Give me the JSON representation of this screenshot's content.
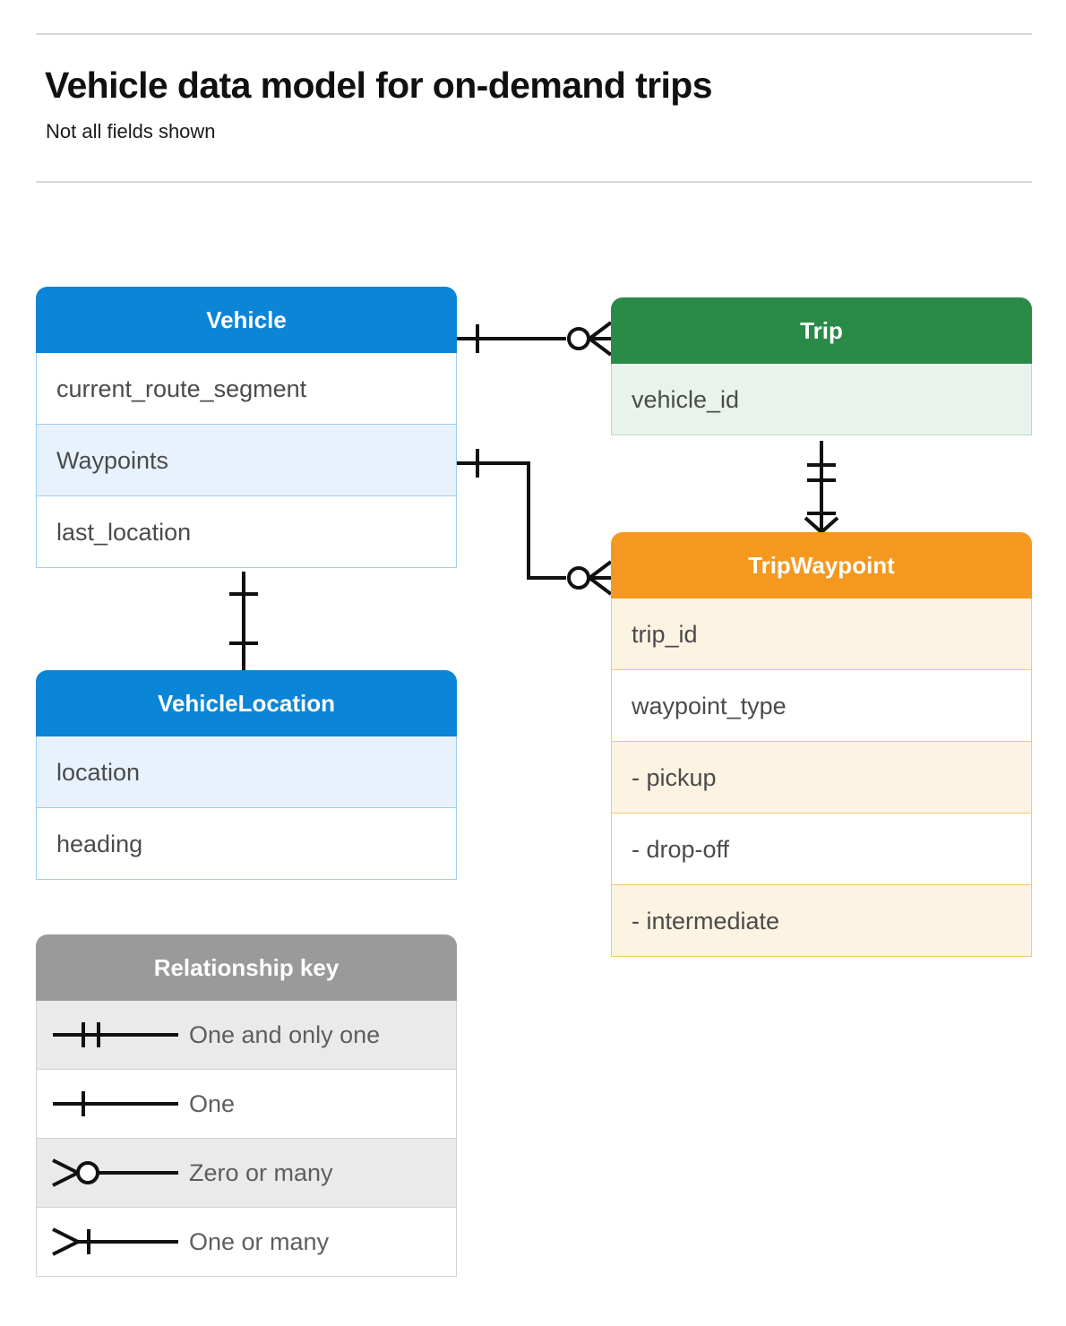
{
  "header": {
    "title": "Vehicle data model for on-demand trips",
    "subtitle": "Not all fields shown"
  },
  "entities": [
    {
      "id": "vehicle",
      "name": "Vehicle",
      "color": "#0b85d6",
      "rows": [
        "current_route_segment",
        "Waypoints",
        "last_location"
      ]
    },
    {
      "id": "vehicle-location",
      "name": "VehicleLocation",
      "color": "#0b85d6",
      "rows": [
        "location",
        "heading"
      ]
    },
    {
      "id": "trip",
      "name": "Trip",
      "color": "#2a8a48",
      "rows": [
        "vehicle_id"
      ]
    },
    {
      "id": "trip-waypoint",
      "name": "TripWaypoint",
      "color": "#f5981f",
      "rows": [
        "trip_id",
        "waypoint_type",
        "-  pickup",
        "-  drop-off",
        "-  intermediate"
      ]
    }
  ],
  "relationships": [
    {
      "from": "Vehicle",
      "to": "Trip",
      "from_cardinality": "One",
      "to_cardinality": "Zero or many"
    },
    {
      "from": "Vehicle.Waypoints",
      "to": "TripWaypoint",
      "from_cardinality": "One",
      "to_cardinality": "Zero or many"
    },
    {
      "from": "Trip",
      "to": "TripWaypoint",
      "from_cardinality": "One and only one",
      "to_cardinality": "One or many"
    },
    {
      "from": "Vehicle",
      "to": "VehicleLocation",
      "from_cardinality": "One",
      "to_cardinality": "One"
    }
  ],
  "legend": {
    "title": "Relationship key",
    "items": [
      {
        "symbol": "one-and-only-one-symbol",
        "label": "One and only one"
      },
      {
        "symbol": "one-symbol",
        "label": "One"
      },
      {
        "symbol": "zero-or-many-symbol",
        "label": "Zero or many"
      },
      {
        "symbol": "one-or-many-symbol",
        "label": "One or many"
      }
    ]
  },
  "colors": {
    "blue": "#0b85d6",
    "green": "#2a8a48",
    "orange": "#f5981f",
    "gray": "#9a9a9a",
    "rule": "#d8d8d8",
    "text": "#4b4b4b"
  }
}
